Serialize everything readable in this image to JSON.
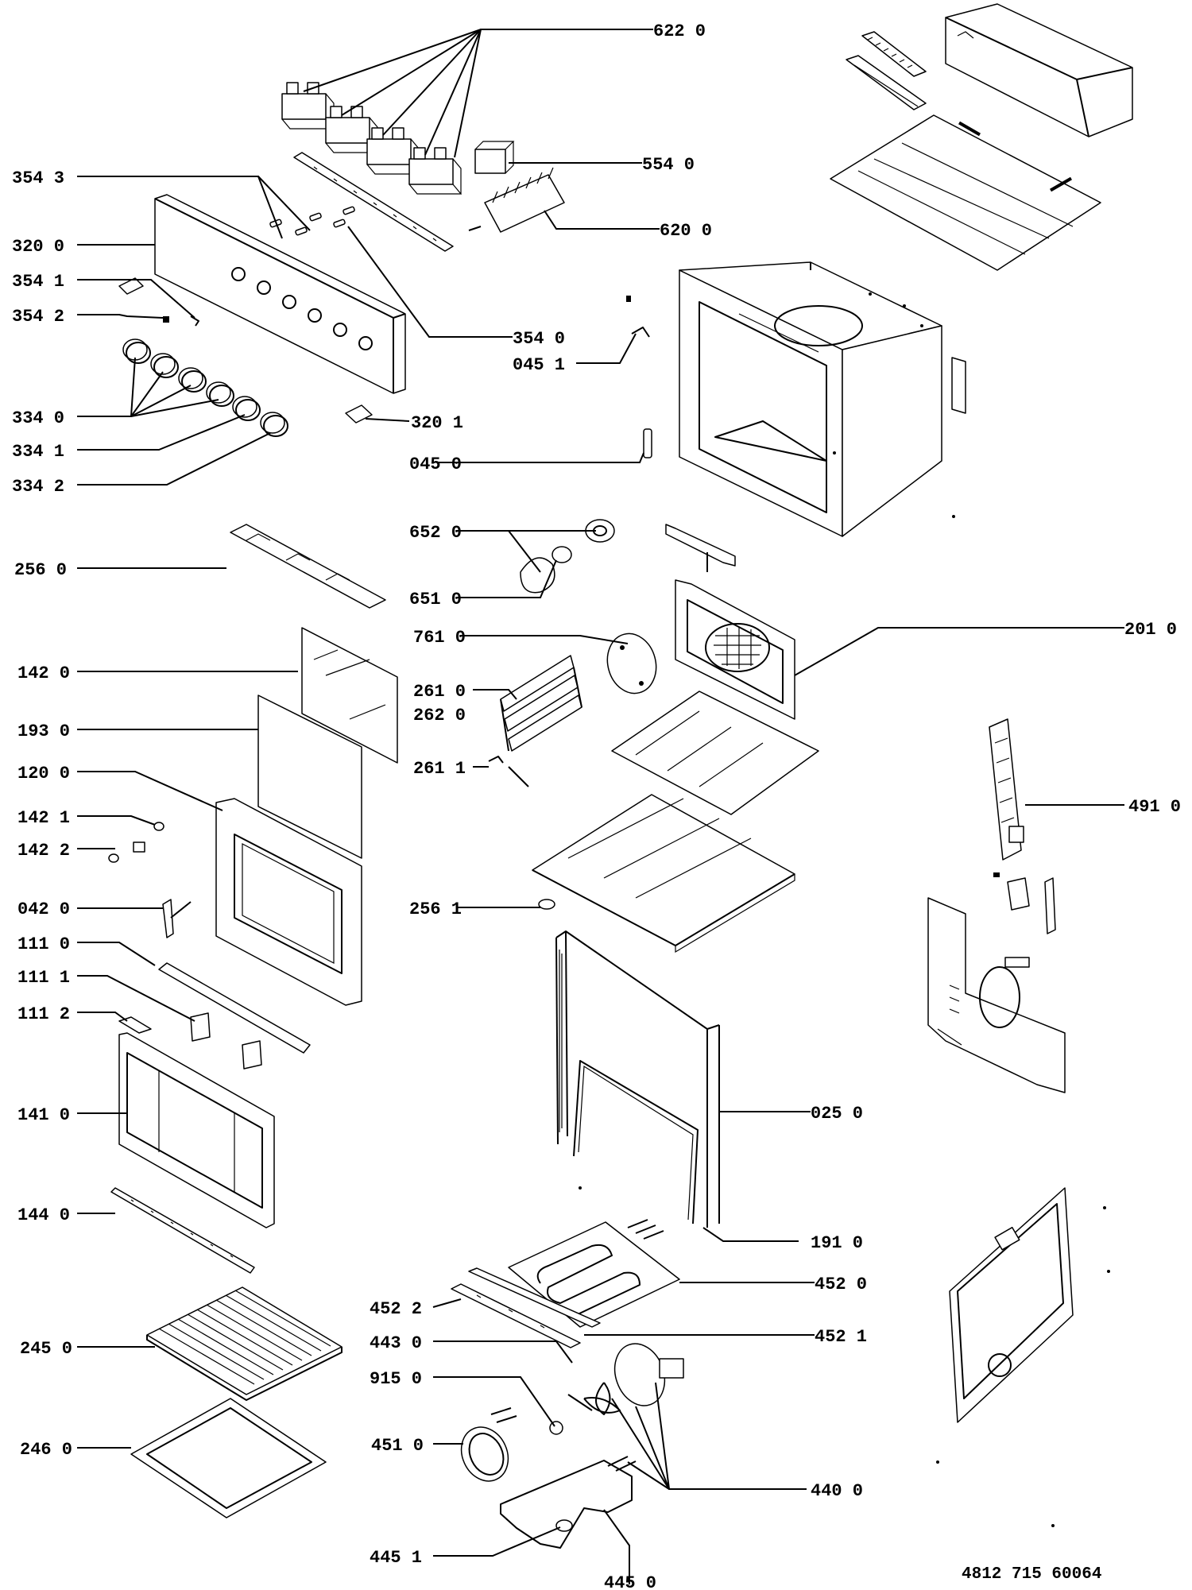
{
  "document_number": "4812 715 60064",
  "labels": {
    "p6220": "622 0",
    "p5540": "554 0",
    "p6200": "620 0",
    "p3543": "354 3",
    "p3200": "320 0",
    "p3541": "354 1",
    "p3542": "354 2",
    "p3540": "354 0",
    "p0451": "045 1",
    "p3340": "334 0",
    "p3341": "334 1",
    "p3342": "334 2",
    "p3201": "320 1",
    "p0450": "045 0",
    "p6520": "652 0",
    "p6510": "651 0",
    "p2560": "256 0",
    "p7610": "761 0",
    "p2010": "201 0",
    "p1420": "142 0",
    "p2610": "261 0",
    "p2620": "262 0",
    "p1930": "193 0",
    "p2611": "261 1",
    "p4910": "491 0",
    "p1200": "120 0",
    "p1421": "142 1",
    "p1422": "142 2",
    "p0420": "042 0",
    "p2561": "256 1",
    "p1110": "111 0",
    "p1111": "111 1",
    "p1112": "111 2",
    "p1410": "141 0",
    "p0250": "025 0",
    "p1440": "144 0",
    "p1910": "191  0",
    "p4520": "452 0",
    "p4522": "452 2",
    "p4521": "452 1",
    "p2450": "245 0",
    "p4430": "443 0",
    "p9150": "915 0",
    "p4510": "451 0",
    "p2460": "246 0",
    "p4400": "440 0",
    "p4451": "445 1",
    "p4450": "445 0"
  }
}
